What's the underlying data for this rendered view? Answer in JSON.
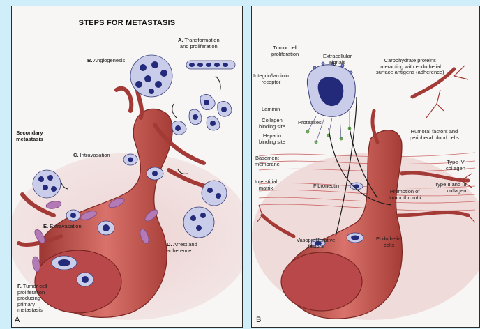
{
  "colors": {
    "background": "#cfeefa",
    "panel": "#f7f6f5",
    "vessel": "#c8564e",
    "vessel_dark": "#8e2f2c",
    "cell": "#c9cdea",
    "nucleus": "#242a7a",
    "rbc": "#b47ab6",
    "tissue": "#ebcaca"
  },
  "panel_a": {
    "title": "STEPS FOR METASTASIS",
    "letter": "A",
    "labels": {
      "a_letter": "A.",
      "a_text": "Transformation\nand proliferation",
      "b_letter": "B.",
      "b_text": "Angiogenesis",
      "c_letter": "C.",
      "c_text": "Intravasation",
      "d_letter": "D.",
      "d_text": "Arrest and\nadherence",
      "e_letter": "E.",
      "e_text": "Extravasation",
      "f_letter": "F.",
      "f_text": "Tumor cell\nproliferation\nproducing\nprimary\nmetastasis",
      "secondary": "Secondary\nmetastasis"
    }
  },
  "panel_b": {
    "letter": "B",
    "labels": {
      "tumor_prolif": "Tumor cell\nproliferation",
      "extracellular": "Extracellular\nsignals",
      "carbohydrate": "Carbohydrate proteins\ninteracting with endothelial\nsurface antigens (adherence)",
      "integrin": "Integrin/laminin\nreceptor",
      "laminin": "Laminin",
      "collagen_site": "Collagen\nbinding site",
      "heparin_site": "Heparin\nbinding site",
      "proteases": "Proteases",
      "humoral": "Humoral factors and\nperipheral blood cells",
      "basement": "Basement\nmembrane",
      "type_iv": "Type IV\ncollagen",
      "interstitial": "Interstitial\nmatrix",
      "fibronectin": "Fibronectin",
      "type_ii_iii": "Type II and III\ncollagen",
      "promotion": "Promotion of\ntumor thrombi",
      "endothelial": "Endothelial\ncells",
      "vasoprolif": "Vasoproliferative\nfactors"
    }
  }
}
